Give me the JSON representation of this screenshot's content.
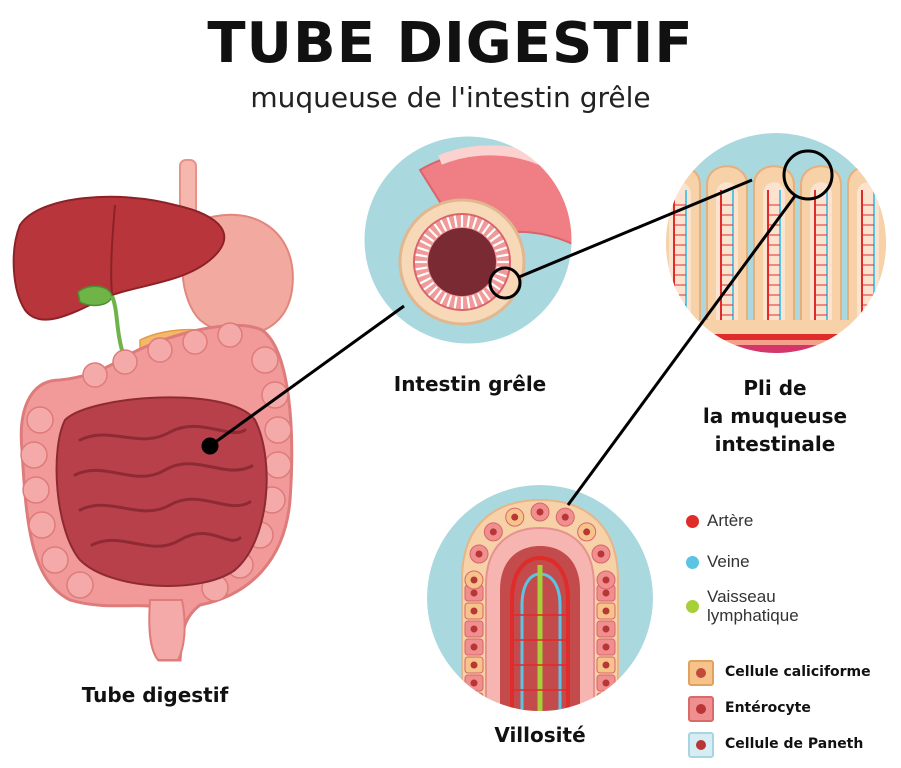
{
  "header": {
    "title": "TUBE DIGESTIF",
    "subtitle": "muqueuse de l'intestin grêle"
  },
  "labels": {
    "tube_digestif": "Tube digestif",
    "intestin_grele": "Intestin grêle",
    "pli_line1": "Pli de",
    "pli_line2": "la muqueuse",
    "pli_line3": "intestinale",
    "villosite": "Villosité"
  },
  "legend": {
    "vessels": [
      {
        "label_lines": [
          "Artère"
        ],
        "color": "#e02b2b"
      },
      {
        "label_lines": [
          "Veine"
        ],
        "color": "#5bc3e3"
      },
      {
        "label_lines": [
          "Vaisseau",
          "lymphatique"
        ],
        "color": "#a6cf3a"
      }
    ],
    "cells": [
      {
        "label": "Cellule caliciforme",
        "fill": "#f6c48a",
        "border": "#e0a25e",
        "nucleus": "#c24a3a"
      },
      {
        "label": "Entérocyte",
        "fill": "#f08f8f",
        "border": "#d96a6a",
        "nucleus": "#b83636"
      },
      {
        "label": "Cellule de Paneth",
        "fill": "#d6eef3",
        "border": "#a8d6e0",
        "nucleus": "#b83636"
      }
    ]
  },
  "colors": {
    "circle_bg": "#a9d8df",
    "liver": "#b8363b",
    "stomach": "#f2a9a0",
    "colon": "#f29a9a",
    "small_intestine": "#b8404a",
    "pointer_line": "#000000"
  }
}
